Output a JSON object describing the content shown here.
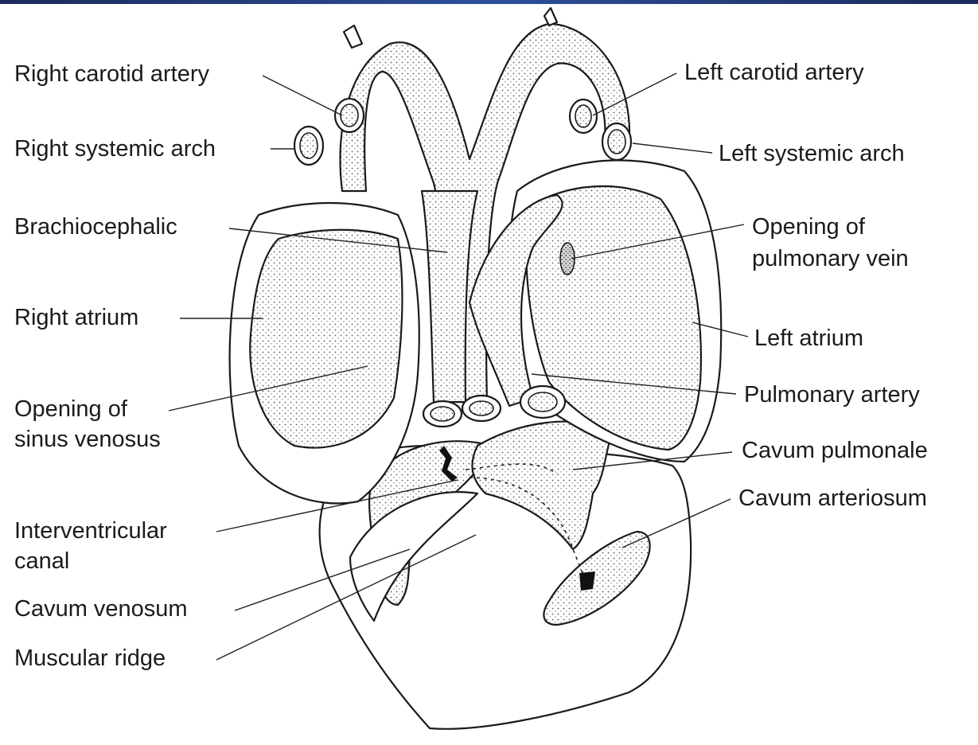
{
  "labels": {
    "right_carotid_artery": "Right carotid artery",
    "right_systemic_arch": "Right systemic arch",
    "brachiocephalic": "Brachiocephalic",
    "right_atrium": "Right atrium",
    "opening_sinus_1": "Opening of",
    "opening_sinus_2": "sinus venosus",
    "interventricular_1": "Interventricular",
    "interventricular_2": "canal",
    "cavum_venosum": "Cavum venosum",
    "muscular_ridge": "Muscular ridge",
    "left_carotid_artery": "Left carotid artery",
    "left_systemic_arch": "Left systemic arch",
    "opening_pulmonary_1": "Opening of",
    "opening_pulmonary_2": "pulmonary vein",
    "left_atrium": "Left atrium",
    "pulmonary_artery": "Pulmonary artery",
    "cavum_pulmonale": "Cavum pulmonale",
    "cavum_arteriosum": "Cavum arteriosum"
  },
  "colors": {
    "top_bar": "#2d4f9a",
    "ink": "#1a1a1a",
    "background": "#ffffff"
  }
}
